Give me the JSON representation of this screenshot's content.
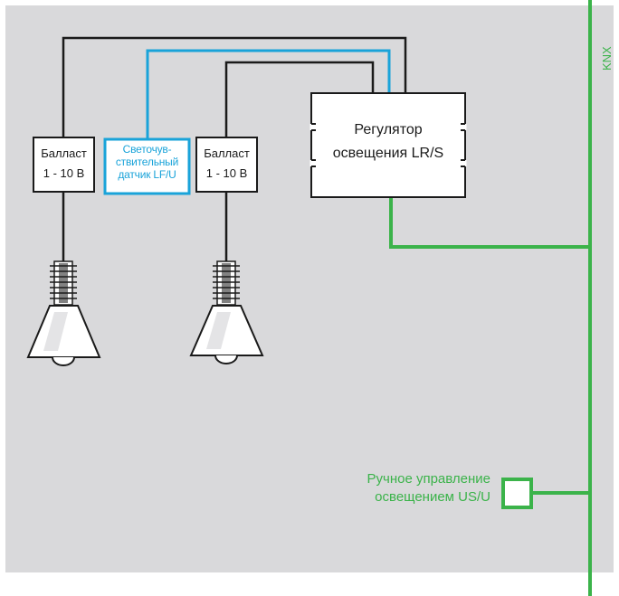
{
  "diagram": {
    "bus_label": "KNX",
    "ballast_left": {
      "line1": "Балласт",
      "line2": "1 - 10 В"
    },
    "sensor": {
      "line1": "Светочув-",
      "line2": "ствительный",
      "line3": "датчик LF/U"
    },
    "ballast_right": {
      "line1": "Балласт",
      "line2": "1 - 10 В"
    },
    "regulator": {
      "line1": "Регулятор",
      "line2": "освещения LR/S"
    },
    "manual_control": {
      "line1": "Ручное управление",
      "line2": "освещением US/U"
    }
  },
  "colors": {
    "background": "#d9d9db",
    "knx_line": "#3bb34a",
    "sensor_line": "#19a3d9",
    "wire": "#1a1a1a"
  }
}
